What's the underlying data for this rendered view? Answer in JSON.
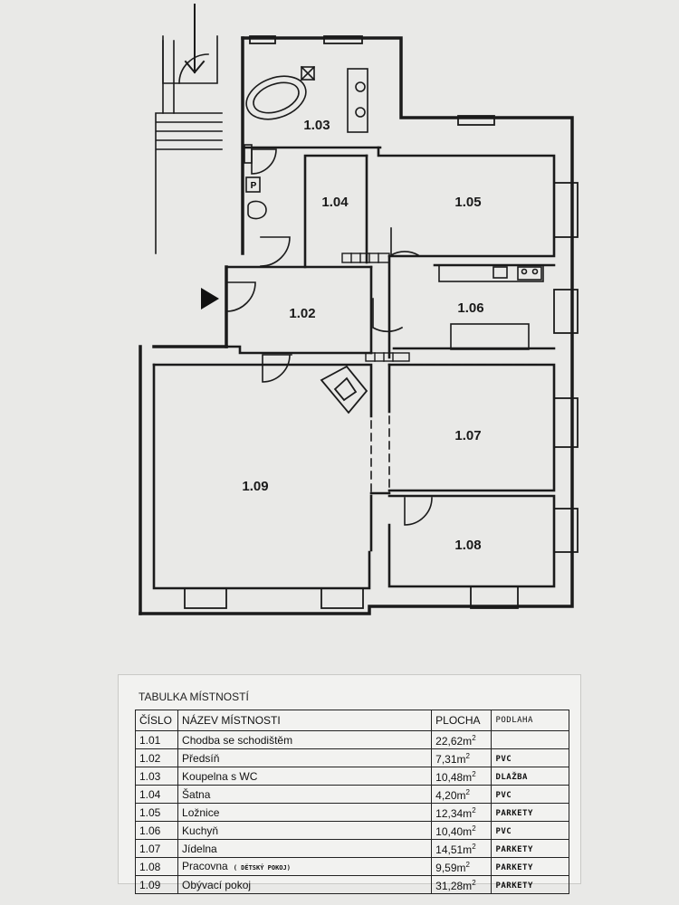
{
  "plan": {
    "rooms": [
      {
        "id": "1.03"
      },
      {
        "id": "1.04"
      },
      {
        "id": "1.05"
      },
      {
        "id": "1.02"
      },
      {
        "id": "1.06"
      },
      {
        "id": "1.07"
      },
      {
        "id": "1.09"
      },
      {
        "id": "1.08"
      }
    ],
    "wc_sign": "P"
  },
  "legend": {
    "title": "TABULKA MÍSTNOSTÍ",
    "headers": {
      "number": "ČÍSLO",
      "name": "NÁZEV MÍSTNOSTI",
      "area": "PLOCHA",
      "floor": "PODLAHA"
    },
    "rows": [
      {
        "number": "1.01",
        "name": "Chodba se schodištěm",
        "note": "",
        "area": "22,62m",
        "floor": ""
      },
      {
        "number": "1.02",
        "name": "Předsíň",
        "note": "",
        "area": "7,31m",
        "floor": "PVC"
      },
      {
        "number": "1.03",
        "name": "Koupelna s WC",
        "note": "",
        "area": "10,48m",
        "floor": "DLAŽBA"
      },
      {
        "number": "1.04",
        "name": "Šatna",
        "note": "",
        "area": "4,20m",
        "floor": "PVC"
      },
      {
        "number": "1.05",
        "name": "Ložnice",
        "note": "",
        "area": "12,34m",
        "floor": "PARKETY"
      },
      {
        "number": "1.06",
        "name": "Kuchyň",
        "note": "",
        "area": "10,40m",
        "floor": "PVC"
      },
      {
        "number": "1.07",
        "name": "Jídelna",
        "note": "",
        "area": "14,51m",
        "floor": "PARKETY"
      },
      {
        "number": "1.08",
        "name": "Pracovna",
        "note": "( DĚTSKÝ POKOJ)",
        "area": "9,59m",
        "floor": "PARKETY"
      },
      {
        "number": "1.09",
        "name": "Obývací pokoj",
        "note": "",
        "area": "31,28m",
        "floor": "PARKETY"
      }
    ],
    "area_unit_sup": "2"
  }
}
